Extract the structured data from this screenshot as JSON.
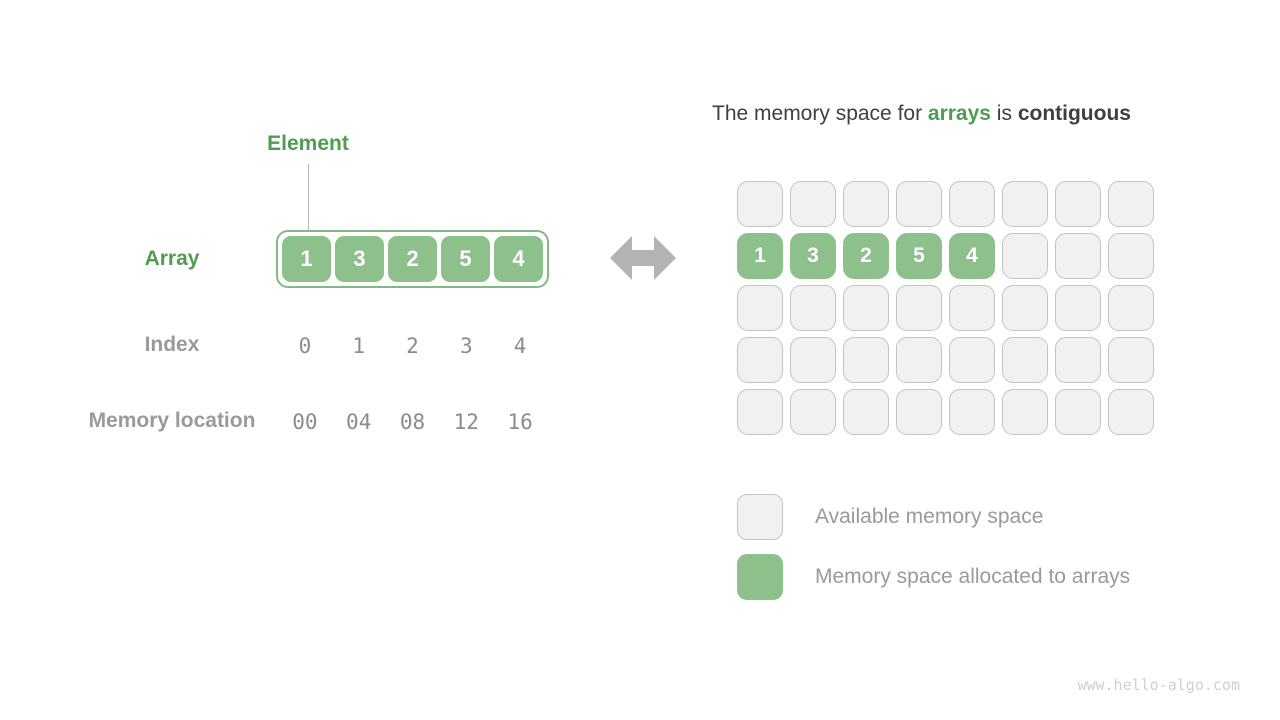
{
  "left_panel": {
    "element_label": "Element",
    "array_label": "Array",
    "array_values": [
      "1",
      "3",
      "2",
      "5",
      "4"
    ],
    "index_label": "Index",
    "index_values": [
      "0",
      "1",
      "2",
      "3",
      "4"
    ],
    "memory_label": "Memory location",
    "memory_values": [
      "00",
      "04",
      "08",
      "12",
      "16"
    ]
  },
  "right_panel": {
    "title": {
      "prefix": "The memory space for ",
      "highlight": "arrays",
      "middle": " is ",
      "emphasis": "contiguous"
    },
    "memory_grid": {
      "columns": 8,
      "rows": 5,
      "allocated_row": 1,
      "allocated_values": [
        "1",
        "3",
        "2",
        "5",
        "4"
      ]
    },
    "legend": [
      {
        "swatch": "available",
        "label": "Available memory space"
      },
      {
        "swatch": "allocated",
        "label": "Memory space allocated to arrays"
      }
    ]
  },
  "watermark": "www.hello-algo.com",
  "colors": {
    "green_fill": "#8dc08b",
    "green_border": "#82b982",
    "green_text": "#4e9d50",
    "dark_text": "#3f3f3f",
    "gray_text": "#9a9a9a",
    "mono_text": "#8c8c8c",
    "arrow": "#b3b3b3",
    "cell_fill": "#f1f1f1",
    "cell_border": "#c3c3c3",
    "watermark": "#cfcfcf"
  }
}
